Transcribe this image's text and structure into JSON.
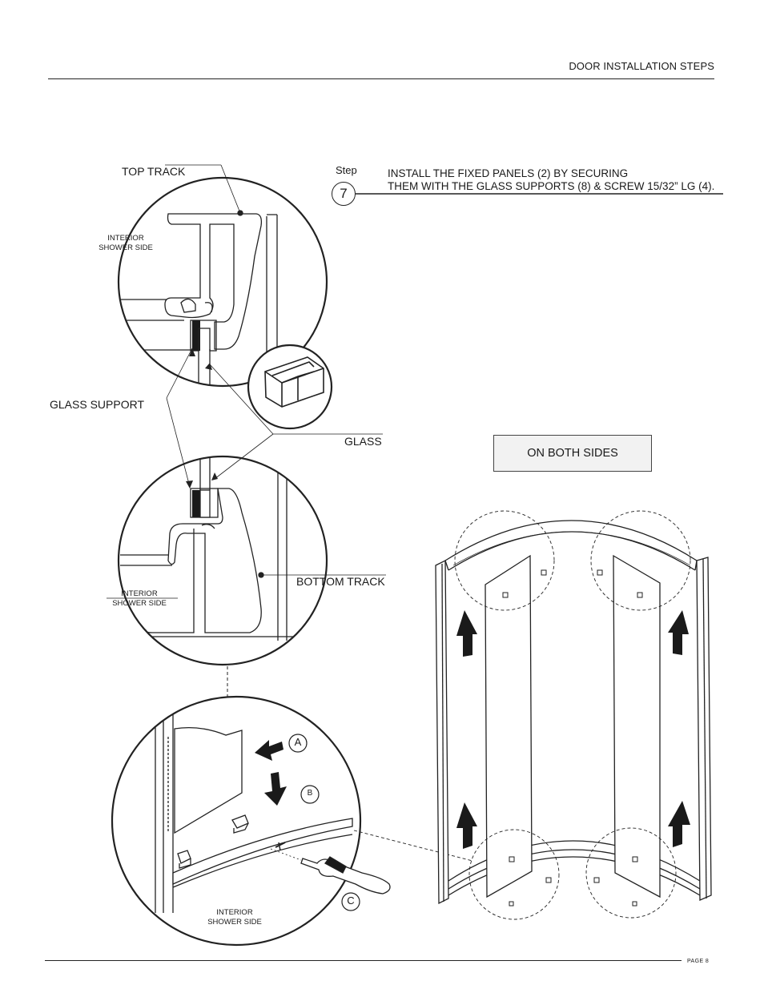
{
  "header": {
    "title": "DOOR INSTALLATION STEPS"
  },
  "footer": {
    "page": "PAGE 8"
  },
  "step": {
    "label": "Step",
    "number": "7",
    "instruction_line1": "INSTALL THE FIXED PANELS (2) BY SECURING",
    "instruction_line2": "THEM WITH THE GLASS SUPPORTS (8) & SCREW 15/32” LG (4)."
  },
  "callouts": {
    "top_track": "TOP TRACK",
    "glass_support": "GLASS SUPPORT",
    "glass": "GLASS",
    "bottom_track": "BOTTOM TRACK",
    "interior_top_1": "INTERIOR",
    "interior_top_2": "SHOWER SIDE",
    "interior_mid_1": "INTERIOR",
    "interior_mid_2": "SHOWER SIDE",
    "interior_bot_1": "INTERIOR",
    "interior_bot_2": "SHOWER SIDE"
  },
  "note": {
    "text": "ON BOTH SIDES"
  },
  "markers": {
    "a": "A",
    "b": "B",
    "c": "C"
  }
}
